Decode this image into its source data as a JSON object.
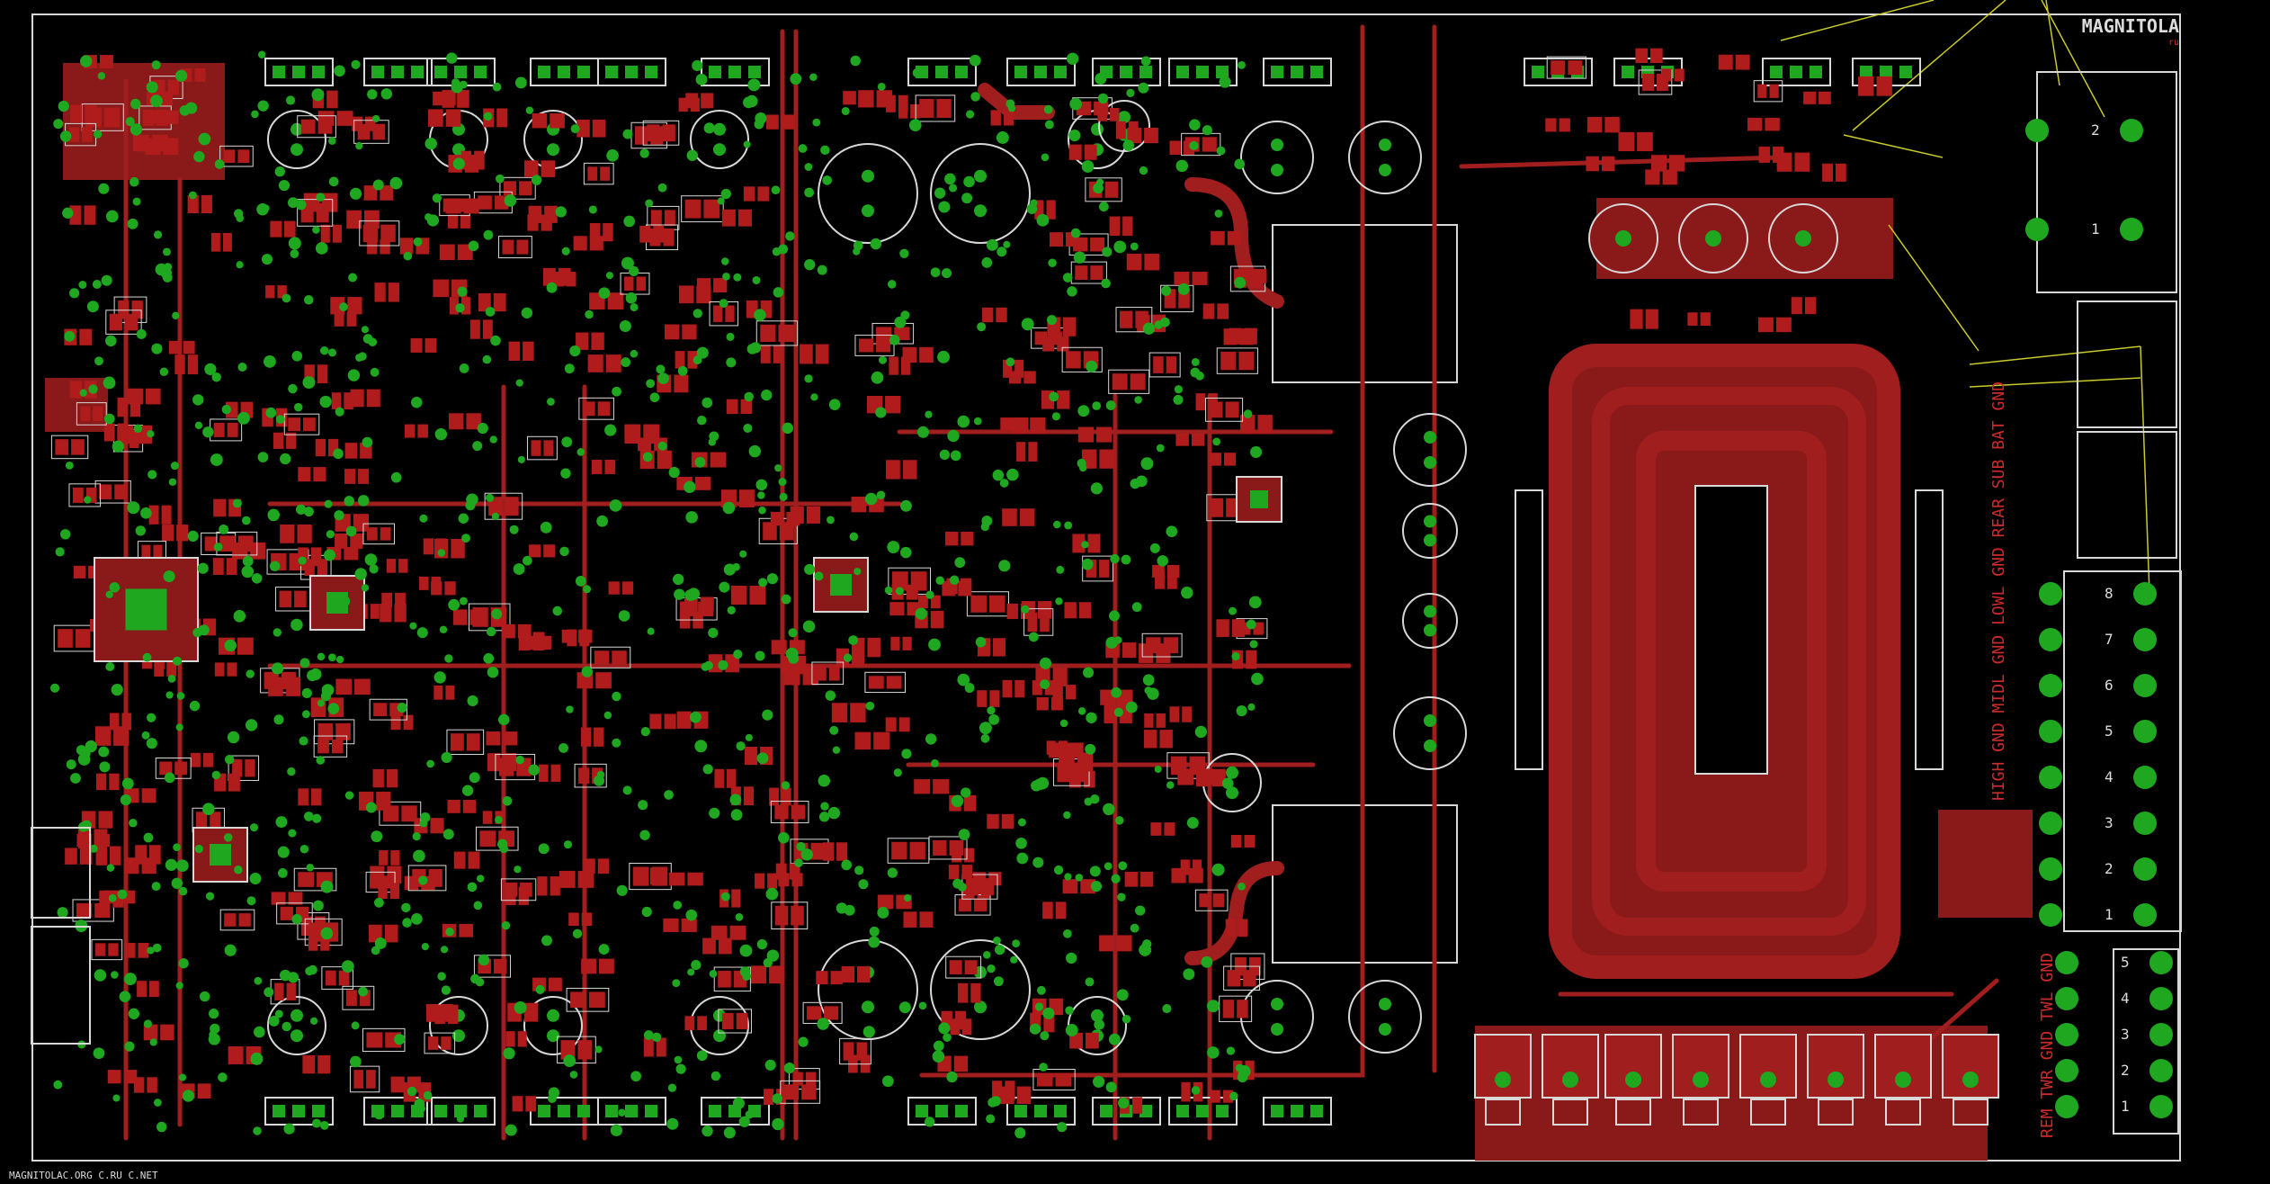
{
  "logo": {
    "text": "MAGNITOLA",
    "subtext": "ru"
  },
  "footer_url": "MAGNITOLAC.ORG  C.RU  C.NET",
  "connector_labels": {
    "main": "HIGH GND MIDL GND LOWL GND REAR SUB BAT GND",
    "bottom": "REM TWR GND TWL GND",
    "pins_right": [
      "8",
      "7",
      "6",
      "5",
      "4",
      "3",
      "2",
      "1"
    ],
    "pins_bottom_right": [
      "5",
      "4",
      "3",
      "2",
      "1"
    ],
    "pins_top_right": [
      "2",
      "1"
    ]
  },
  "colors": {
    "copper": "#8a1a1a",
    "trace": "#a11e1e",
    "pad": "#1fa81f",
    "silk": "#d8d8d8",
    "ratsnest": "#c9c92a"
  }
}
